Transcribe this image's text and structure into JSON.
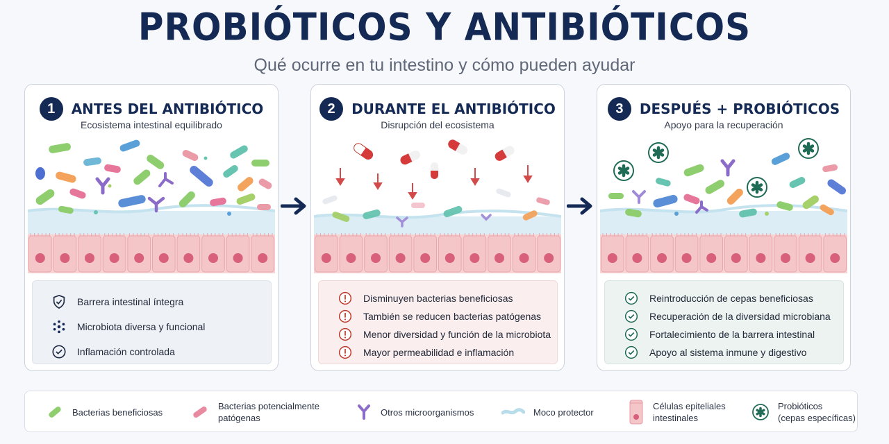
{
  "header": {
    "title": "PROBIÓTICOS Y ANTIBIÓTICOS",
    "subtitle": "Qué ocurre en tu intestino y cómo pueden ayudar"
  },
  "panels": [
    {
      "number": "1",
      "title": "ANTES DEL ANTIBIÓTICO",
      "subtitle": "Ecosistema intestinal equilibrado",
      "items": [
        {
          "icon": "shield-icon",
          "label": "Barrera intestinal íntegra"
        },
        {
          "icon": "dots-cluster-icon",
          "label": "Microbiota diversa y funcional"
        },
        {
          "icon": "check-circle-icon",
          "label": "Inflamación controlada"
        }
      ]
    },
    {
      "number": "2",
      "title": "DURANTE EL ANTIBIÓTICO",
      "subtitle": "Disrupción del ecosistema",
      "items": [
        {
          "icon": "alert-circle-icon",
          "label": "Disminuyen bacterias beneficiosas"
        },
        {
          "icon": "alert-circle-icon",
          "label": "También se reducen bacterias patógenas"
        },
        {
          "icon": "alert-circle-icon",
          "label": "Menor diversidad y función de la microbiota"
        },
        {
          "icon": "alert-circle-icon",
          "label": "Mayor permeabilidad e inflamación"
        }
      ]
    },
    {
      "number": "3",
      "title": "DESPUÉS + PROBIÓTICOS",
      "subtitle": "Apoyo para la recuperación",
      "items": [
        {
          "icon": "check-circle-icon",
          "label": "Reintroducción de cepas beneficiosas"
        },
        {
          "icon": "check-circle-icon",
          "label": "Recuperación de la diversidad microbiana"
        },
        {
          "icon": "check-circle-icon",
          "label": "Fortalecimiento de la barrera intestinal"
        },
        {
          "icon": "check-circle-icon",
          "label": "Apoyo al sistema inmune y digestivo"
        }
      ]
    }
  ],
  "legend": [
    {
      "icon": "green-bacterium-icon",
      "line1": "Bacterias beneficiosas",
      "line2": ""
    },
    {
      "icon": "pink-bacterium-icon",
      "line1": "Bacterias potencialmente",
      "line2": "patógenas"
    },
    {
      "icon": "y-microorganism-icon",
      "line1": "Otros microorganismos",
      "line2": ""
    },
    {
      "icon": "mucus-icon",
      "line1": "Moco protector",
      "line2": ""
    },
    {
      "icon": "epithelial-cell-icon",
      "line1": "Células epiteliales",
      "line2": "intestinales"
    },
    {
      "icon": "probiotic-icon",
      "line1": "Probióticos",
      "line2": "(cepas específicas)"
    }
  ],
  "colors": {
    "navy": "#142a55",
    "alert": "#c0392b",
    "check": "#1f6b55",
    "cell": "#f4c6c8",
    "nucleus": "#d8607a"
  }
}
